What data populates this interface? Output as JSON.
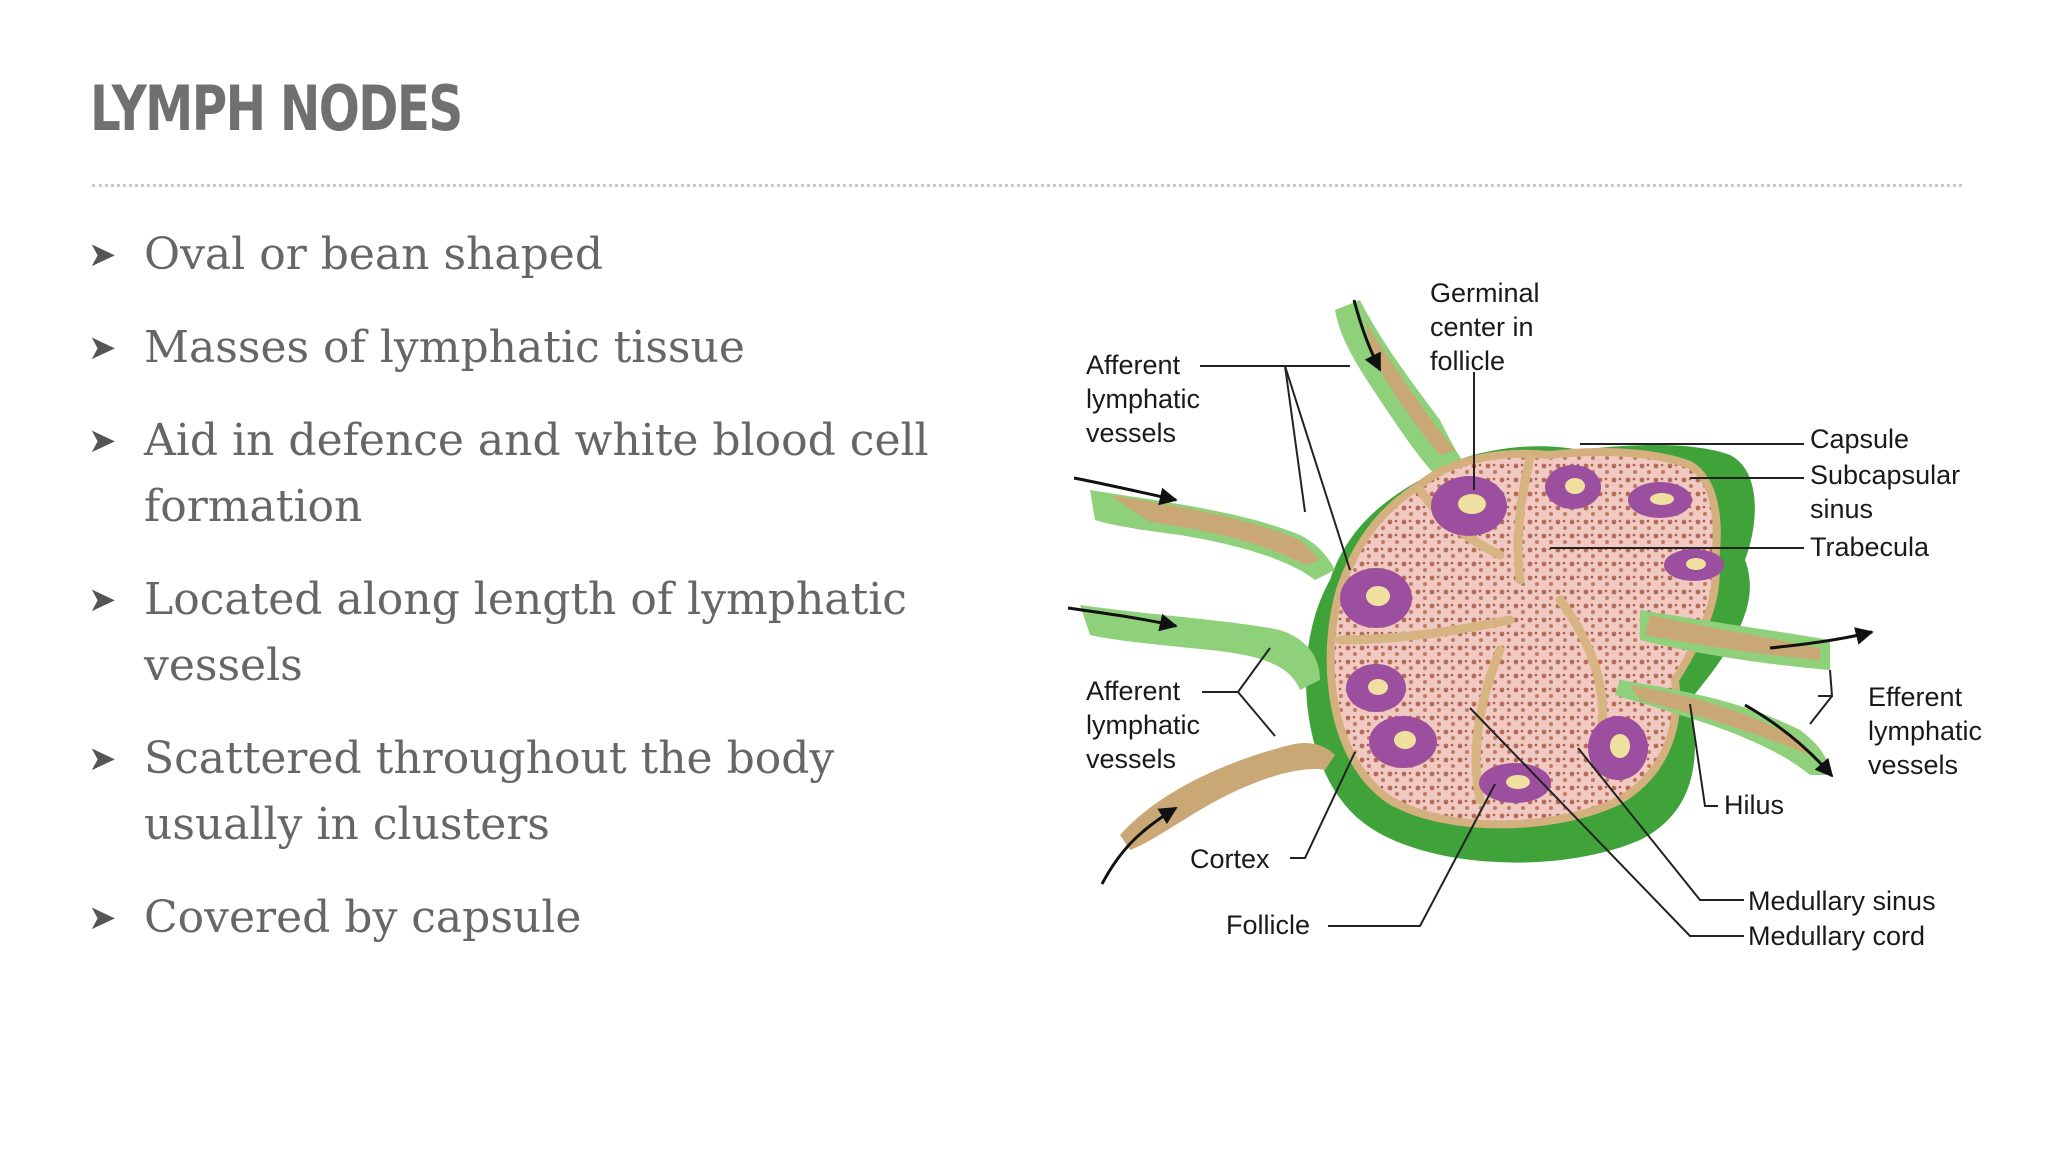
{
  "slide": {
    "title": "LYMPH NODES",
    "bullets": [
      [
        "Oval or bean shaped"
      ],
      [
        "Masses of lymphatic tissue"
      ],
      [
        "Aid in defence and white blood cell",
        "formation"
      ],
      [
        "Located along length of lymphatic",
        "vessels"
      ],
      [
        "Scattered  throughout the body",
        "usually in clusters"
      ],
      [
        "Covered by capsule"
      ]
    ],
    "bullet_glyph": "➤"
  },
  "diagram": {
    "labels": {
      "germinal": [
        "Germinal",
        "center in",
        "follicle"
      ],
      "afferent_top": [
        "Afferent",
        "lymphatic",
        "vessels"
      ],
      "capsule": "Capsule",
      "subcapsular": [
        "Subcapsular",
        "sinus"
      ],
      "trabecula": "Trabecula",
      "afferent_bottom": [
        "Afferent",
        "lymphatic",
        "vessels"
      ],
      "efferent": [
        "Efferent",
        "lymphatic",
        "vessels"
      ],
      "hilus": "Hilus",
      "cortex": "Cortex",
      "follicle": "Follicle",
      "medullary_sinus": "Medullary sinus",
      "medullary_cord": "Medullary cord"
    },
    "colors": {
      "capsule_green": "#3fa33a",
      "light_green": "#8fd07a",
      "vessel_tan": "#c9a876",
      "cortex_pink": "#f0c9c2",
      "follicle_purple": "#9b4f9e",
      "germinal_yellow": "#f0e0a0"
    }
  }
}
